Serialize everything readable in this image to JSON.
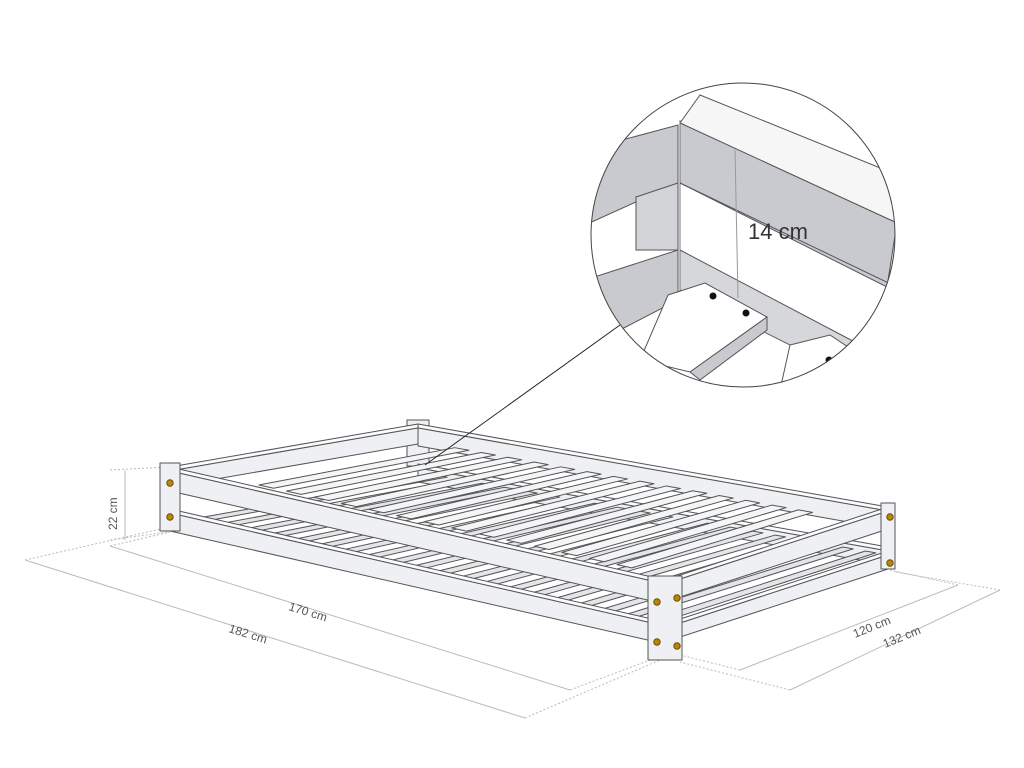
{
  "diagram": {
    "detail_height_label": "14 cm",
    "height_label": "22 cm",
    "inner_length_label": "170 cm",
    "outer_length_label": "182 cm",
    "inner_width_label": "120 cm",
    "outer_width_label": "132 cm",
    "colors": {
      "frame_fill": "#eef0f3",
      "frame_stroke": "#555555",
      "shade": "#c9cacf",
      "screw": "#b8860b",
      "dimension": "#bbbbbb"
    }
  }
}
